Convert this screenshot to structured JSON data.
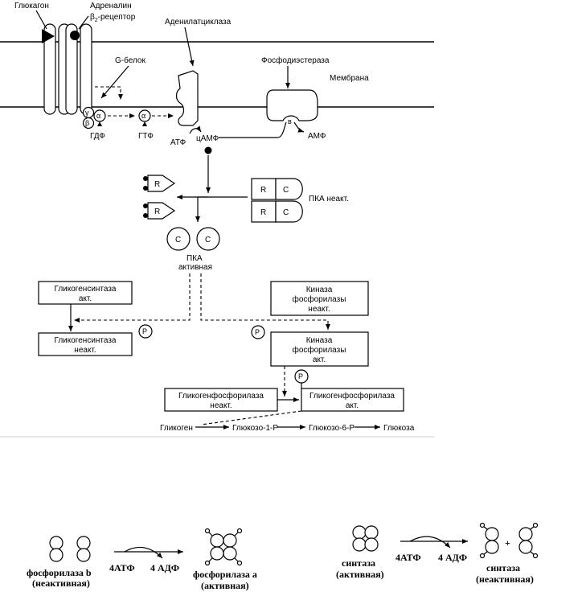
{
  "receptors": {
    "glucagon": "Глюкагон",
    "adrenalin": "Адреналин",
    "beta_prefix": "β",
    "beta_sub": "2",
    "beta_suffix": "-рецептор"
  },
  "g_protein": {
    "label": "G-белок",
    "gamma": "γ",
    "alpha": "α",
    "beta": "β",
    "gdp": "ГДФ",
    "gtp": "ГТФ"
  },
  "adenylate_cyclase": "Аденилатциклаза",
  "phosphodiesterase": "Фосфодиэстераза",
  "membrane": "Мембрана",
  "atp": "АТФ",
  "camp": "цАМФ",
  "amp": "АМФ",
  "pde_letter": "в",
  "pka": {
    "R": "R",
    "C": "C",
    "inactive": "ПКА неакт.",
    "active_line1": "ПКА",
    "active_line2": "активная"
  },
  "phospho_mark": "P",
  "enzymes": {
    "gs_act": [
      "Гликогенсинтаза",
      "акт."
    ],
    "gs_inact": [
      "Гликогенсинтаза",
      "неакт."
    ],
    "kinase_inact": [
      "Киназа",
      "фосфорилазы",
      "неакт."
    ],
    "kinase_act": [
      "Киназа",
      "фосфорилазы",
      "акт."
    ],
    "gp_inact": [
      "Гликогенфосфорилаза",
      "неакт."
    ],
    "gp_act": [
      "Гликогенфосфорилаза",
      "акт."
    ]
  },
  "pathway": [
    "Гликоген",
    "Глюкозо-1-Р",
    "Глюкозо-6-Р",
    "Глюкоза"
  ],
  "bottom": {
    "phos_b_line1": "фосфорилаза b",
    "phos_b_line2": "(неактивная)",
    "atp4": "4АТФ",
    "adp4": "4 АДФ",
    "phos_a_line1": "фосфорилаза а",
    "phos_a_line2": "(активная)",
    "synth_line1": "синтаза",
    "synth_line2": "(активная)",
    "plus": "+",
    "synth_inact_line1": "синтаза",
    "synth_inact_line2": "(неактивная)"
  }
}
